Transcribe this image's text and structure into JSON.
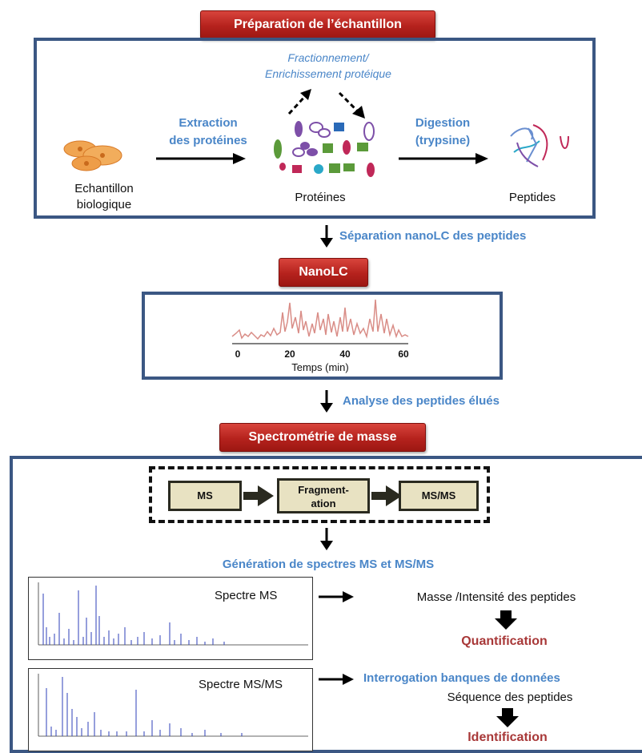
{
  "headers": {
    "prep": "Préparation de l’échantillon",
    "nanolc": "NanoLC",
    "ms": "Spectrométrie de masse"
  },
  "sample_prep": {
    "fractionation_line1": "Fractionnement/",
    "fractionation_line2": "Enrichissement  protéique",
    "extraction_line1": "Extraction",
    "extraction_line2": "des protéines",
    "digestion_line1": "Digestion",
    "digestion_line2": "(trypsine)",
    "sample_line1": "Echantillon",
    "sample_line2": "biologique",
    "proteins": "Protéines",
    "peptides": "Peptides"
  },
  "steps": {
    "separation": "Séparation nanoLC des peptides",
    "analysis": "Analyse des peptides élués",
    "generation": "Génération de spectres MS et MS/MS"
  },
  "chromatogram": {
    "x_ticks": [
      "0",
      "20",
      "40",
      "60"
    ],
    "xlabel": "Temps (min)",
    "line_color": "#d98d87"
  },
  "workflow": {
    "ms": "MS",
    "fragmentation_line1": "Fragment-",
    "fragmentation_line2": "ation",
    "msms": "MS/MS"
  },
  "spectra": {
    "ms_label": "Spectre MS",
    "msms_label": "Spectre MS/MS",
    "ms_result": "Masse /Intensité des peptides",
    "quantification": "Quantification",
    "db_query": "Interrogation banques de données",
    "sequence": "Séquence des peptides",
    "identification": "Identification"
  },
  "colors": {
    "header_red": "#c0302a",
    "frame_blue": "#3b5783",
    "label_blue": "#4a86c8",
    "result_red": "#a83838"
  }
}
